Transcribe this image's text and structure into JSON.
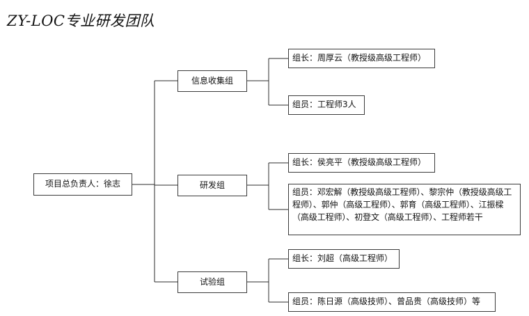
{
  "title": "ZY-LOC专业研发团队",
  "diagram": {
    "type": "org-chart",
    "orientation": "left-to-right",
    "root": {
      "label": "项目总负责人：徐志"
    },
    "groups": [
      {
        "label": "信息收集组",
        "leaves": [
          {
            "label": "组长：周厚云（教授级高级工程师）"
          },
          {
            "label": "组员：工程师3人"
          }
        ]
      },
      {
        "label": "研发组",
        "leaves": [
          {
            "label": "组长：侯亮平（教授级高级工程师）"
          },
          {
            "label": "组员：邓宏解（教授级高级工程师）、黎宗仲（教授级高级工程师）、郭仲（高级工程师）、郭育（高级工程师）、江振樑（高级工程师）、初登文（高级工程师）、工程师若干"
          }
        ]
      },
      {
        "label": "试验组",
        "leaves": [
          {
            "label": "组长：刘超（高级工程师）"
          },
          {
            "label": "组员：陈日源（高级技师）、曾品贵（高级技师）等"
          }
        ]
      }
    ]
  },
  "colors": {
    "background": "#ffffff",
    "box_border": "#3a3a3a",
    "connector": "#2b2b2b",
    "text": "#111111"
  }
}
